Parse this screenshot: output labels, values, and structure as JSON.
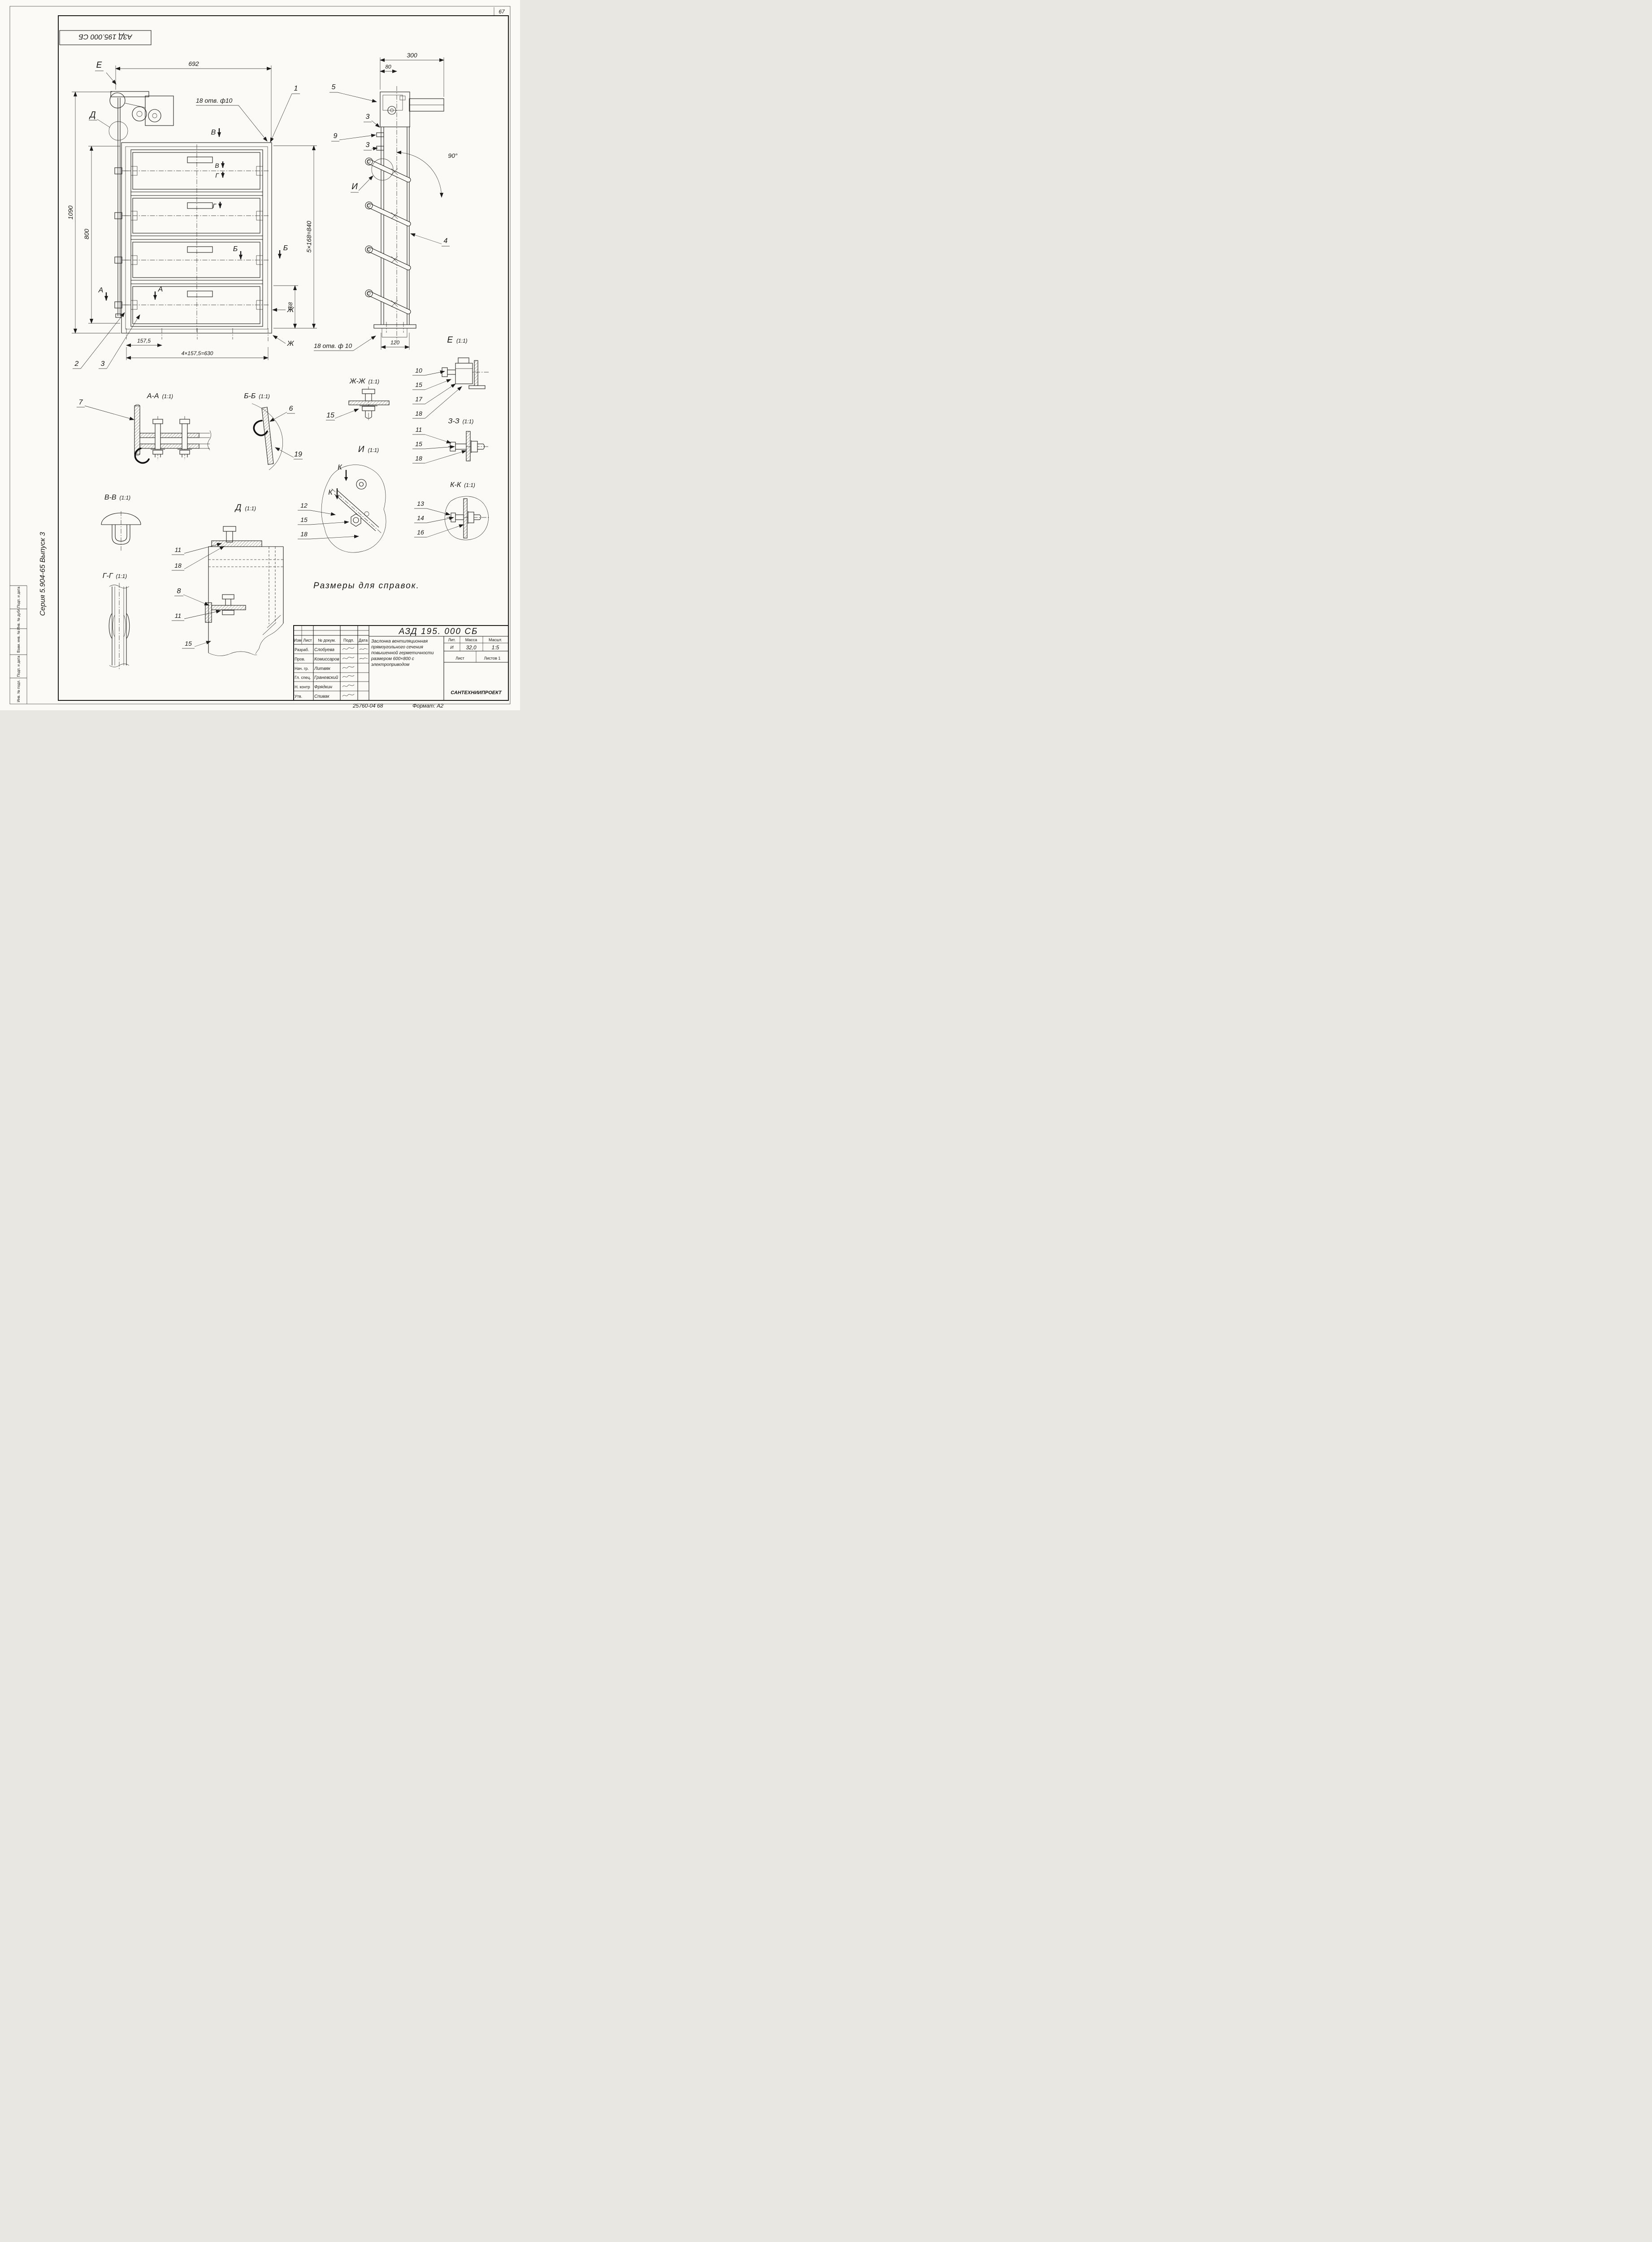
{
  "sheet": {
    "page_number": "67",
    "stamp_inverted": "АЗД 195.000 СБ",
    "series_vertical": "Серия 5.904-65 Выпуск 3",
    "margin_boxes": [
      "Подп. и дата",
      "Инв. № дубл.",
      "Взам. инв. №",
      "Подп. и дата",
      "Инв. № подл."
    ],
    "note": "Размеры для справок.",
    "footer_doc": "25760-04 68",
    "footer_format": "Формат: А2"
  },
  "front_view": {
    "view_e": "Е",
    "detail_d": "Д",
    "dim_692": "692",
    "holes": "18 отв. ф10",
    "dim_1090": "1090",
    "dim_800": "800",
    "dim_840": "5×168=840",
    "dim_168": "168",
    "dim_157": "157,5",
    "dim_630": "4×157,5=630",
    "c1": "1",
    "c2": "2",
    "c3": "3",
    "marks": {
      "v_top": "В",
      "v_in": "В",
      "g_in": "Г",
      "g_row2": "Г",
      "b_left": "Б",
      "b_right": "Б",
      "a_left": "А",
      "a_right": "А",
      "zh_top": "Ж",
      "zh_bottom": "Ж"
    }
  },
  "side_view": {
    "dim_300": "300",
    "dim_80": "80",
    "dim_120": "120",
    "angle_90": "90°",
    "holes": "18 отв. ф 10",
    "detail_i": "И",
    "c5": "5",
    "c9": "9",
    "c3_upper": "3",
    "c3_lower": "3",
    "c4": "4"
  },
  "details": {
    "aa": {
      "title": "А-А",
      "scale": "(1:1)",
      "c7": "7"
    },
    "bb": {
      "title": "Б-Б",
      "scale": "(1:1)",
      "c6": "6",
      "c19": "19"
    },
    "zhzh": {
      "title": "Ж-Ж",
      "scale": "(1:1)",
      "c15": "15"
    },
    "e": {
      "title": "Е",
      "scale": "(1:1)",
      "callouts": [
        "10",
        "15",
        "17",
        "18"
      ]
    },
    "zz": {
      "title": "З-З",
      "scale": "(1:1)",
      "callouts": [
        "11",
        "15",
        "18"
      ]
    },
    "i": {
      "title": "И",
      "scale": "(1:1)",
      "k_top": "К",
      "k_bottom": "К",
      "callouts": [
        "12",
        "15",
        "18"
      ]
    },
    "kk": {
      "title": "К-К",
      "scale": "(1:1)",
      "callouts": [
        "13",
        "14",
        "16"
      ]
    },
    "vv": {
      "title": "В-В",
      "scale": "(1:1)"
    },
    "d": {
      "title": "Д",
      "scale": "(1:1)",
      "c11a": "11",
      "c18": "18",
      "c8": "8",
      "c11b": "11",
      "c15": "15"
    },
    "gg": {
      "title": "Г-Г",
      "scale": "(1:1)"
    }
  },
  "title_block": {
    "designation": "АЗД 195. 000 СБ",
    "header": {
      "izm": "Изм",
      "list": "Лист",
      "doc": "№ докум.",
      "podp": "Подп.",
      "data": "Дата"
    },
    "rows": [
      {
        "role": "Разраб.",
        "name": "Слобуева"
      },
      {
        "role": "Пров.",
        "name": "Комиссаров"
      },
      {
        "role": "Нач. гр.",
        "name": "Литвяк"
      },
      {
        "role": "Гл. спец.",
        "name": "Граневский"
      },
      {
        "role": "Н. контр",
        "name": "Фрядкин"
      },
      {
        "role": "Утв.",
        "name": "Спивак"
      }
    ],
    "title_lines": [
      "Заслонка вентиляционная",
      "прямоугольного сечения",
      "повышенной герметичности",
      "размером 600×800 с",
      "электроприводом"
    ],
    "lit_header": "Лит.",
    "mass_header": "Масса",
    "scale_header": "Масшт.",
    "lit_value": "И",
    "mass_value": "32,0",
    "scale_value": "1:5",
    "sheet_label": "Лист",
    "sheets_label": "Листов 1",
    "org": "САНТЕХНИИПРОЕКТ"
  }
}
